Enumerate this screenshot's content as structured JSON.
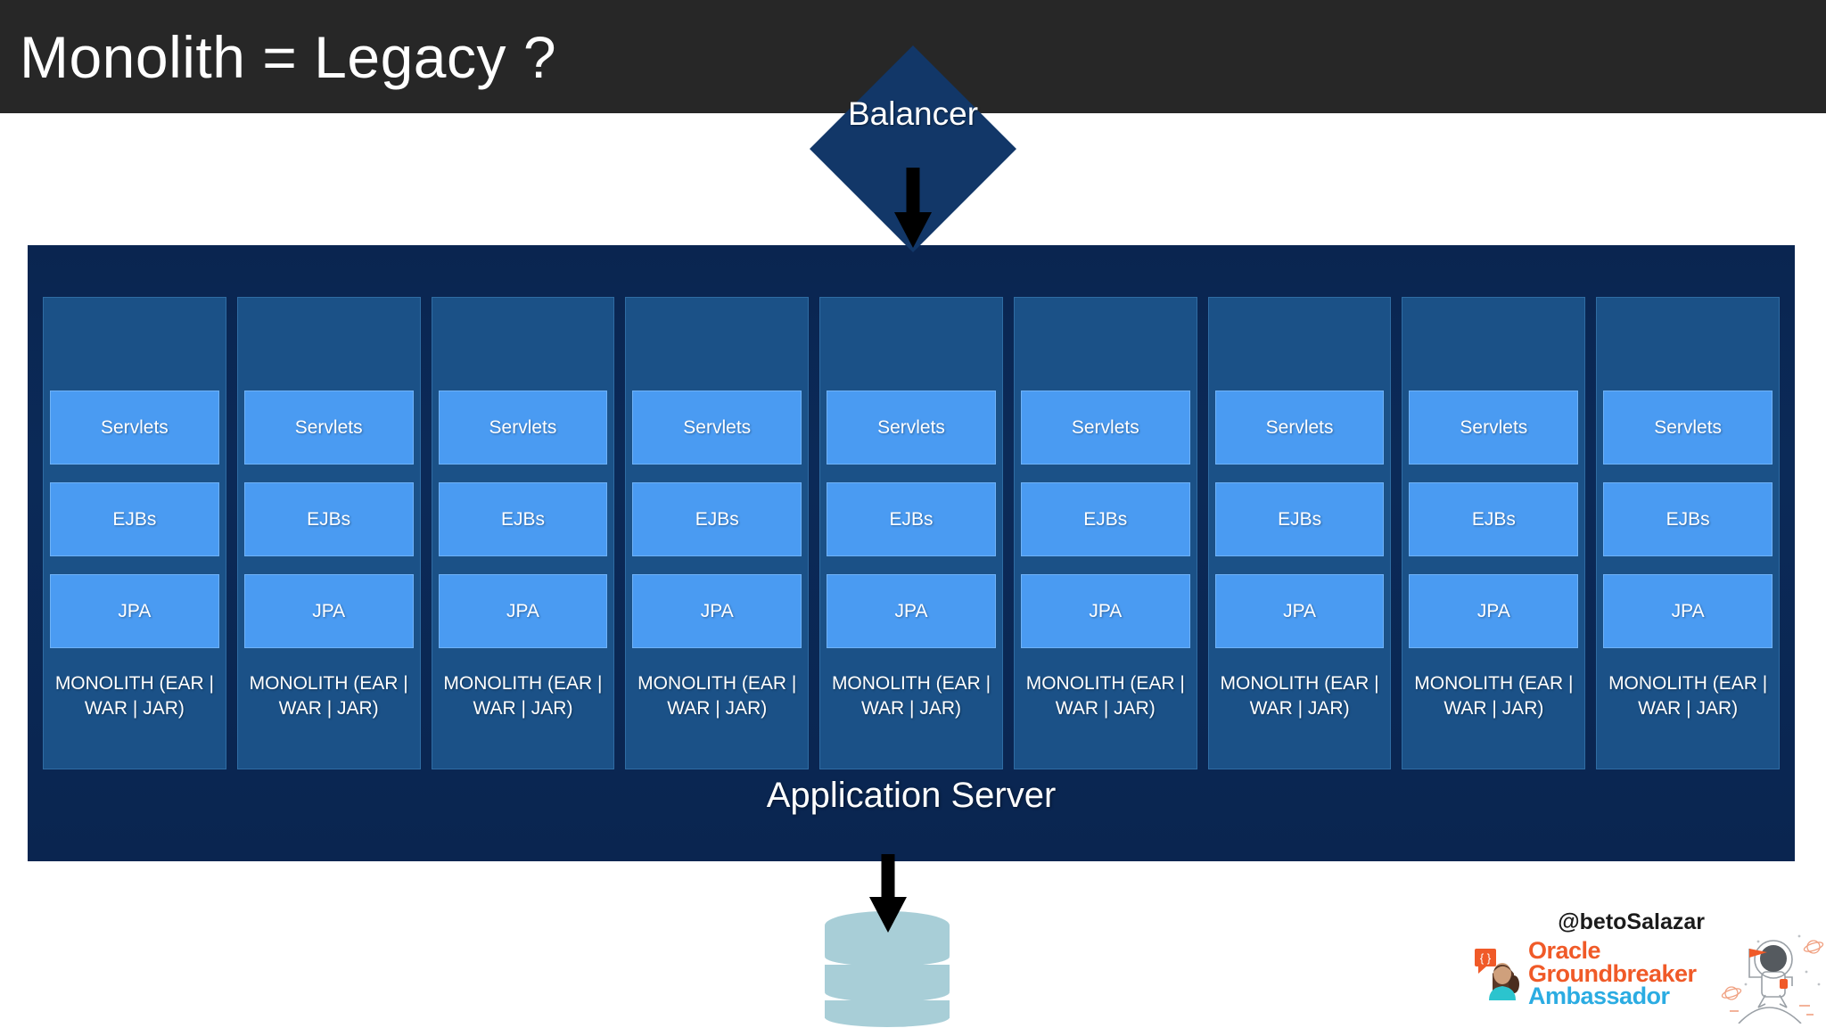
{
  "slide": {
    "title": "Monolith = Legacy ?",
    "title_bar_color": "#272727",
    "background_color": "#ffffff"
  },
  "balancer": {
    "label": "Balancer",
    "shape": "diamond",
    "color": "#123768",
    "text_color": "#ffffff"
  },
  "arrows": {
    "balancer_to_server": "arrow-down-icon",
    "server_to_database": "arrow-down-icon",
    "color": "#000000"
  },
  "app_server": {
    "title": "Application Server",
    "container_color": "#0a2550",
    "card_color": "#1b5187",
    "layer_color": "#4a9bf2",
    "instance_count": 9,
    "instances": [
      {
        "footer": "MONOLITH (EAR | WAR | JAR)",
        "layers": [
          {
            "label": "Servlets"
          },
          {
            "label": "EJBs"
          },
          {
            "label": "JPA"
          }
        ]
      },
      {
        "footer": "MONOLITH (EAR | WAR | JAR)",
        "layers": [
          {
            "label": "Servlets"
          },
          {
            "label": "EJBs"
          },
          {
            "label": "JPA"
          }
        ]
      },
      {
        "footer": "MONOLITH (EAR | WAR | JAR)",
        "layers": [
          {
            "label": "Servlets"
          },
          {
            "label": "EJBs"
          },
          {
            "label": "JPA"
          }
        ]
      },
      {
        "footer": "MONOLITH (EAR | WAR | JAR)",
        "layers": [
          {
            "label": "Servlets"
          },
          {
            "label": "EJBs"
          },
          {
            "label": "JPA"
          }
        ]
      },
      {
        "footer": "MONOLITH (EAR | WAR | JAR)",
        "layers": [
          {
            "label": "Servlets"
          },
          {
            "label": "EJBs"
          },
          {
            "label": "JPA"
          }
        ]
      },
      {
        "footer": "MONOLITH (EAR | WAR | JAR)",
        "layers": [
          {
            "label": "Servlets"
          },
          {
            "label": "EJBs"
          },
          {
            "label": "JPA"
          }
        ]
      },
      {
        "footer": "MONOLITH (EAR | WAR | JAR)",
        "layers": [
          {
            "label": "Servlets"
          },
          {
            "label": "EJBs"
          },
          {
            "label": "JPA"
          }
        ]
      },
      {
        "footer": "MONOLITH (EAR | WAR | JAR)",
        "layers": [
          {
            "label": "Servlets"
          },
          {
            "label": "EJBs"
          },
          {
            "label": "JPA"
          }
        ]
      },
      {
        "footer": "MONOLITH (EAR | WAR | JAR)",
        "layers": [
          {
            "label": "Servlets"
          },
          {
            "label": "EJBs"
          },
          {
            "label": "JPA"
          }
        ]
      }
    ]
  },
  "database": {
    "icon": "database-cylinder-icon",
    "color": "#a8ced7"
  },
  "footer": {
    "handle": "@betoSalazar",
    "badge": {
      "avatar_icon": "person-speech-bubble-icon",
      "line1": "Oracle",
      "line2": "Groundbreaker",
      "line3": "Ambassador",
      "brand_orange": "#F05A28",
      "brand_blue": "#2BACE2",
      "astronaut_icon": "astronaut-icon"
    }
  }
}
